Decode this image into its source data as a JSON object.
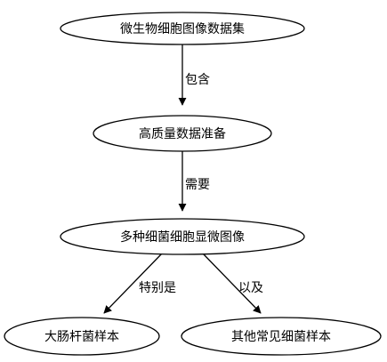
{
  "diagram": {
    "nodes": {
      "dataset": "微生物细胞图像数据集",
      "prep": "高质量数据准备",
      "micro": "多种细菌细胞显微图像",
      "ecoli": "大肠杆菌样本",
      "others": "其他常见细菌样本"
    },
    "edges": {
      "contains": "包含",
      "needs": "需要",
      "especially": "特别是",
      "and": "以及"
    }
  }
}
